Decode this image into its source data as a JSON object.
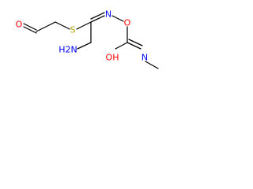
{
  "molecule": {
    "atoms": {
      "oxygen_aldehyde": {
        "label": "O",
        "color": "#ff0000"
      },
      "sulfur": {
        "label": "S",
        "color": "#b5a400"
      },
      "nitrogen_imine": {
        "label": "N",
        "color": "#0000ff"
      },
      "oxygen_ether": {
        "label": "O",
        "color": "#ff0000"
      },
      "nitrogen_amino": {
        "label": "H2N",
        "color": "#0000ff"
      },
      "carbamate_group": {
        "label": "OH",
        "color": "#ff0000"
      },
      "nitrogen_methyl": {
        "label": "N",
        "color": "#0000ff"
      }
    },
    "bond_color": "#000000"
  }
}
